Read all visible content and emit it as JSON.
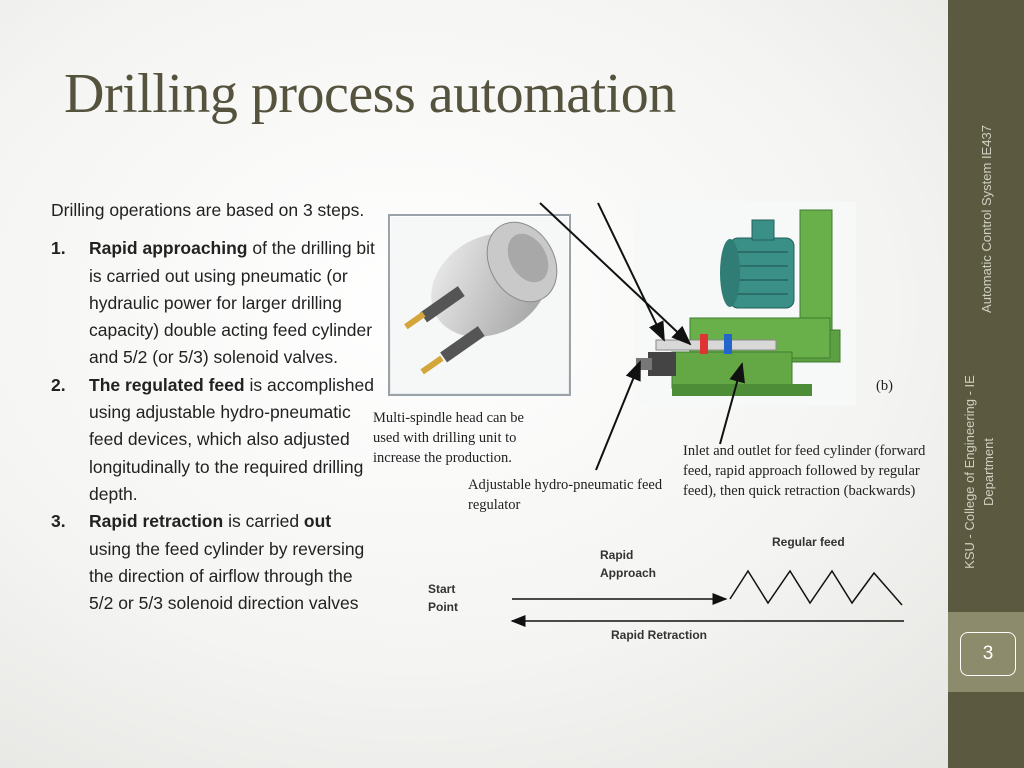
{
  "slide": {
    "title": "Drilling process automation",
    "intro": "Drilling operations  are based on 3 steps.",
    "steps": [
      {
        "num": "1.",
        "bold": "Rapid approaching",
        "text": " of the drilling bit is carried out using pneumatic (or hydraulic power for larger drilling capacity) double acting feed cylinder and 5/2 (or 5/3) solenoid valves."
      },
      {
        "num": "2.",
        "bold": "The regulated feed",
        "text": " is accomplished using adjustable hydro-pneumatic feed devices, which also adjusted longitudinally to the required drilling depth."
      },
      {
        "num": "3.",
        "bold": "Rapid retraction",
        "text": " is carried ",
        "bold2": "out",
        "text2": " using the feed cylinder by reversing the direction of airflow through the 5/2 or 5/3 solenoid direction valves"
      }
    ]
  },
  "figure": {
    "panel_label": "(b)",
    "caption_multispindle": [
      "Multi-spindle head can be",
      "used with drilling unit to",
      "increase the production."
    ],
    "caption_regulator": [
      "Adjustable hydro-pneumatic feed",
      "regulator"
    ],
    "caption_inlet": [
      "Inlet and outlet for feed cylinder (forward",
      "feed, rapid approach followed by regular",
      "feed), then quick retraction (backwards)"
    ]
  },
  "diagram": {
    "regular_feed": "Regular feed",
    "rapid_approach": [
      "Rapid",
      "Approach"
    ],
    "start_point": [
      "Start",
      "Point"
    ],
    "rapid_retraction": "Rapid Retraction"
  },
  "sidebar": {
    "course": "Automatic Control System IE437",
    "department_line1": "KSU - College of Engineering - IE",
    "department_line2": "Department",
    "page_number": "3"
  },
  "colors": {
    "title": "#55533d",
    "sidebar": "#5b5a40",
    "sidebar_band": "#8c8b6b",
    "machine_green": "#6ab04a",
    "motor_teal": "#3a8f86"
  }
}
